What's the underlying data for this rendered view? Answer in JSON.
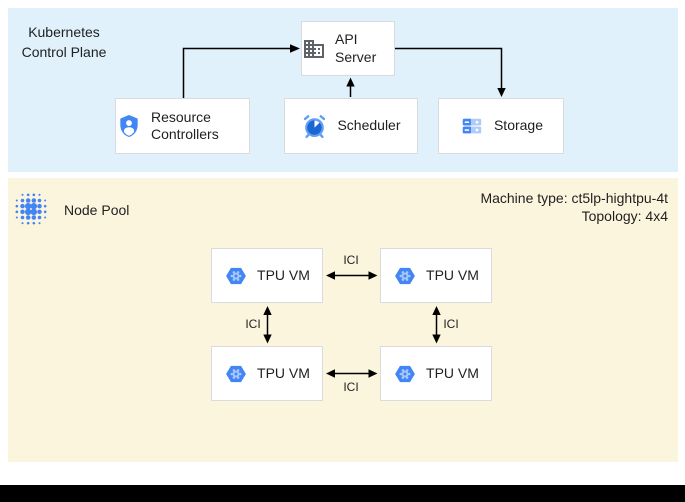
{
  "control_plane": {
    "title": "Kubernetes Control Plane",
    "api_server": {
      "label": "API Server"
    },
    "resource_controllers": {
      "label": "Resource Controllers"
    },
    "scheduler": {
      "label": "Scheduler"
    },
    "storage": {
      "label": "Storage"
    }
  },
  "node_pool": {
    "title": "Node Pool",
    "machine_type": "Machine type: ct5lp-hightpu-4t",
    "topology": "Topology: 4x4",
    "tpu_vms": [
      {
        "label": "TPU VM"
      },
      {
        "label": "TPU VM"
      },
      {
        "label": "TPU VM"
      },
      {
        "label": "TPU VM"
      }
    ],
    "links": [
      {
        "label": "ICI"
      },
      {
        "label": "ICI"
      },
      {
        "label": "ICI"
      },
      {
        "label": "ICI"
      }
    ]
  },
  "colors": {
    "control_plane_bg": "#e0f1fb",
    "node_pool_bg": "#fcf5de",
    "google_blue": "#4285f4",
    "light_blue": "#a8c7fa",
    "pale_blue": "#aecbfa",
    "mid_blue": "#669df6",
    "dark_blue": "#1967d2",
    "icon_gray": "#5f6368",
    "box_border": "#d9dbe0",
    "text": "#1f1f1f",
    "arrow": "#000000"
  }
}
